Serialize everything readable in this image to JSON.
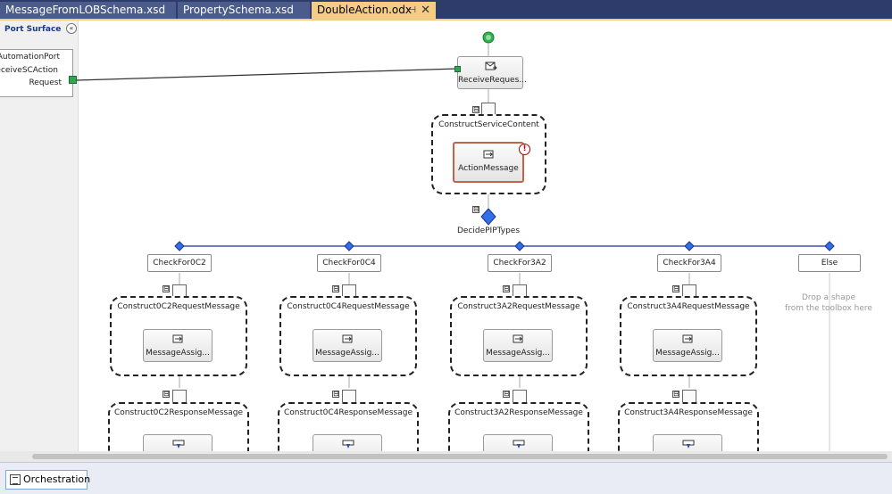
{
  "tabs": [
    {
      "label": "MessageFromLOBSchema.xsd",
      "active": false
    },
    {
      "label": "PropertySchema.xsd",
      "active": false
    },
    {
      "label": "DoubleAction.odx",
      "active": true
    }
  ],
  "tab_pin_glyph": "⊣",
  "tab_close_glyph": "✕",
  "port_surface": {
    "title": "Port Surface",
    "collapse_glyph": "«",
    "port_lines": [
      "oAutomationPort",
      "ReceiveSCAction",
      "Request"
    ]
  },
  "orchestration": {
    "receive_label": "ReceiveReques...",
    "scope_label": "ConstructServiceContent",
    "inner_label": "ActionMessage",
    "error_glyph": "!",
    "decide_label": "DecidePIPTypes",
    "collapse_glyph": "⊟",
    "branches": [
      {
        "label": "CheckFor0C2",
        "request_scope": "Construct0C2RequestMessage",
        "assign_label": "MessageAssig...",
        "response_scope": "Construct0C2ResponseMessage"
      },
      {
        "label": "CheckFor0C4",
        "request_scope": "Construct0C4RequestMessage",
        "assign_label": "MessageAssig...",
        "response_scope": "Construct0C4ResponseMessage"
      },
      {
        "label": "CheckFor3A2",
        "request_scope": "Construct3A2RequestMessage",
        "assign_label": "MessageAssig...",
        "response_scope": "Construct3A2ResponseMessage"
      },
      {
        "label": "CheckFor3A4",
        "request_scope": "Construct3A4RequestMessage",
        "assign_label": "MessageAssig...",
        "response_scope": "Construct3A4ResponseMessage"
      }
    ],
    "else_label": "Else",
    "drop_hint_lines": [
      "Drop a shape",
      "from the toolbox here"
    ]
  },
  "bottom_tab": "Orchestration",
  "colors": {
    "accent_tab": "#f5cc84",
    "connector": "#1f2f8f",
    "diamond": "#2f6fe8",
    "start": "#2ab54a"
  }
}
